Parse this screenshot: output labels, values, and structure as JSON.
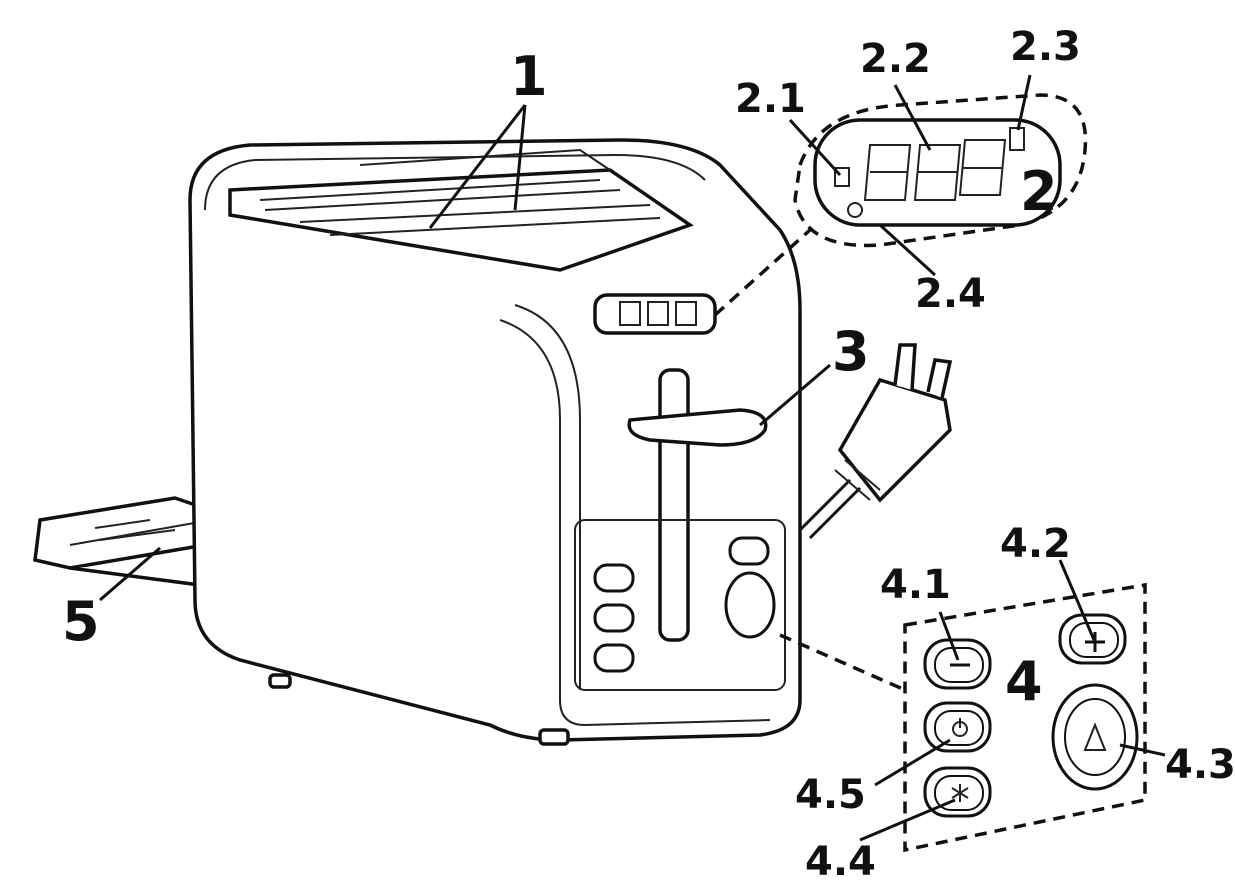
{
  "labels": {
    "slots": "1",
    "display": "2",
    "display_defrost_indicator": "2.1",
    "display_digits": "2.2",
    "display_reheat_indicator": "2.3",
    "display_frozen_indicator": "2.4",
    "lever": "3",
    "control_panel": "4",
    "minus_button": "4.1",
    "plus_button": "4.2",
    "start_button": "4.3",
    "defrost_button": "4.4",
    "power_button": "4.5",
    "crumb_tray": "5"
  },
  "icons": {
    "minus": "minus-icon",
    "plus": "plus-icon",
    "start": "triangle-start-icon",
    "defrost": "snowflake-icon",
    "power": "power-icon"
  }
}
